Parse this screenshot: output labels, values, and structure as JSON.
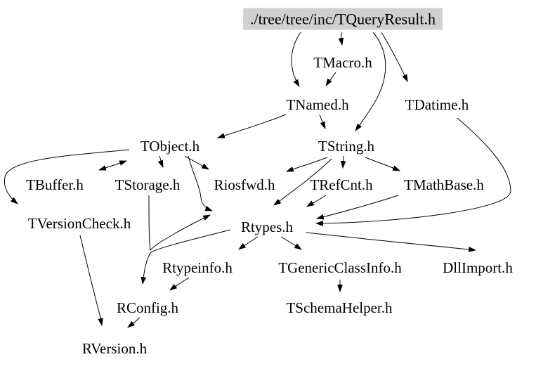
{
  "diagram": {
    "kind": "include-dependency-graph",
    "background_color": "#ffffff",
    "edge_color": "#000000",
    "text_color": "#000000",
    "root_highlight_color": "#d0d0d0",
    "root_label": "./tree/tree/inc/TQueryResult.h",
    "nodes": [
      {
        "id": "TQueryResult",
        "label": "./tree/tree/inc/TQueryResult.h",
        "highlighted": true
      },
      {
        "id": "TMacro",
        "label": "TMacro.h",
        "highlighted": false
      },
      {
        "id": "TNamed",
        "label": "TNamed.h",
        "highlighted": false
      },
      {
        "id": "TDatime",
        "label": "TDatime.h",
        "highlighted": false
      },
      {
        "id": "TObject",
        "label": "TObject.h",
        "highlighted": false
      },
      {
        "id": "TString",
        "label": "TString.h",
        "highlighted": false
      },
      {
        "id": "TBuffer",
        "label": "TBuffer.h",
        "highlighted": false
      },
      {
        "id": "TStorage",
        "label": "TStorage.h",
        "highlighted": false
      },
      {
        "id": "Riosfwd",
        "label": "Riosfwd.h",
        "highlighted": false
      },
      {
        "id": "TRefCnt",
        "label": "TRefCnt.h",
        "highlighted": false
      },
      {
        "id": "TMathBase",
        "label": "TMathBase.h",
        "highlighted": false
      },
      {
        "id": "TVersionCheck",
        "label": "TVersionCheck.h",
        "highlighted": false
      },
      {
        "id": "Rtypes",
        "label": "Rtypes.h",
        "highlighted": false
      },
      {
        "id": "Rtypeinfo",
        "label": "Rtypeinfo.h",
        "highlighted": false
      },
      {
        "id": "TGenericClassInfo",
        "label": "TGenericClassInfo.h",
        "highlighted": false
      },
      {
        "id": "DllImport",
        "label": "DllImport.h",
        "highlighted": false
      },
      {
        "id": "RConfig",
        "label": "RConfig.h",
        "highlighted": false
      },
      {
        "id": "TSchemaHelper",
        "label": "TSchemaHelper.h",
        "highlighted": false
      },
      {
        "id": "RVersion",
        "label": "RVersion.h",
        "highlighted": false
      }
    ],
    "edges": [
      {
        "from": "TQueryResult",
        "to": "TMacro",
        "bidirectional": false
      },
      {
        "from": "TQueryResult",
        "to": "TNamed",
        "bidirectional": false
      },
      {
        "from": "TQueryResult",
        "to": "TString",
        "bidirectional": false
      },
      {
        "from": "TQueryResult",
        "to": "TDatime",
        "bidirectional": false
      },
      {
        "from": "TMacro",
        "to": "TNamed",
        "bidirectional": false
      },
      {
        "from": "TNamed",
        "to": "TObject",
        "bidirectional": false
      },
      {
        "from": "TNamed",
        "to": "TString",
        "bidirectional": false
      },
      {
        "from": "TObject",
        "to": "TBuffer",
        "bidirectional": true
      },
      {
        "from": "TObject",
        "to": "TStorage",
        "bidirectional": false
      },
      {
        "from": "TObject",
        "to": "Riosfwd",
        "bidirectional": false
      },
      {
        "from": "TObject",
        "to": "TVersionCheck",
        "bidirectional": false
      },
      {
        "from": "TObject",
        "to": "Rtypes",
        "bidirectional": false
      },
      {
        "from": "TStorage",
        "to": "Rtypes",
        "bidirectional": false
      },
      {
        "from": "TString",
        "to": "Riosfwd",
        "bidirectional": false
      },
      {
        "from": "TString",
        "to": "TRefCnt",
        "bidirectional": false
      },
      {
        "from": "TString",
        "to": "TMathBase",
        "bidirectional": false
      },
      {
        "from": "TString",
        "to": "Rtypes",
        "bidirectional": false
      },
      {
        "from": "TRefCnt",
        "to": "Rtypes",
        "bidirectional": false
      },
      {
        "from": "TMathBase",
        "to": "Rtypes",
        "bidirectional": false
      },
      {
        "from": "TDatime",
        "to": "Rtypes",
        "bidirectional": false
      },
      {
        "from": "Rtypes",
        "to": "Rtypeinfo",
        "bidirectional": false
      },
      {
        "from": "Rtypes",
        "to": "TGenericClassInfo",
        "bidirectional": false
      },
      {
        "from": "Rtypes",
        "to": "DllImport",
        "bidirectional": false
      },
      {
        "from": "Rtypes",
        "to": "RConfig",
        "bidirectional": false
      },
      {
        "from": "Rtypeinfo",
        "to": "RConfig",
        "bidirectional": false
      },
      {
        "from": "TGenericClassInfo",
        "to": "TSchemaHelper",
        "bidirectional": false
      },
      {
        "from": "RConfig",
        "to": "RVersion",
        "bidirectional": false
      },
      {
        "from": "TVersionCheck",
        "to": "RVersion",
        "bidirectional": false
      }
    ]
  }
}
